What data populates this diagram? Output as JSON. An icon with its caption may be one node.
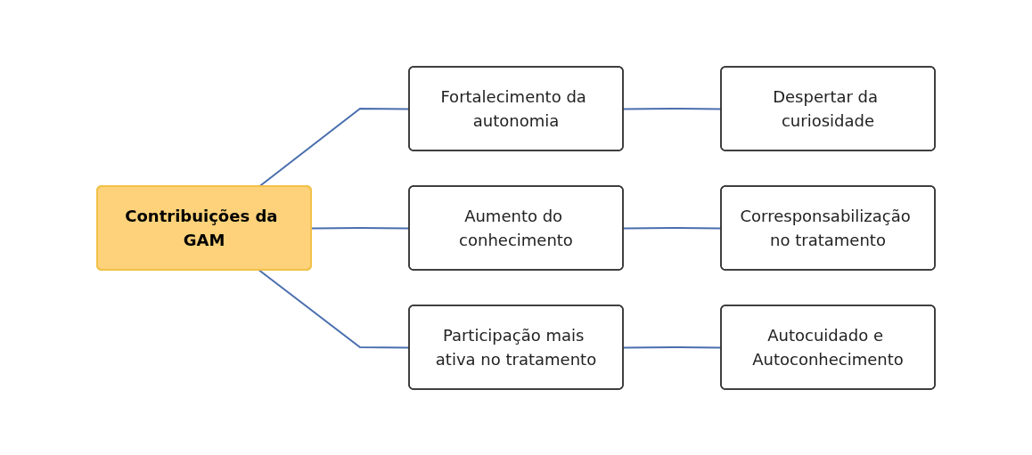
{
  "diagram": {
    "nodes": [
      {
        "text": [
          "Contribuições da GAM"
        ]
      },
      {
        "text": [
          "Fortalecimento da autonomia"
        ]
      },
      {
        "text": [
          "Despertar da curiosidade"
        ]
      },
      {
        "text": [
          "Aumento do conhecimento"
        ]
      },
      {
        "text": [
          "Corresponsabilização no tratamento"
        ]
      },
      {
        "text": [
          "Participação mais ativa no tratamento"
        ]
      },
      {
        "text": [
          "Autocuidado e Autoconhecimento"
        ]
      }
    ],
    "edges": [
      {
        "from": 0,
        "to": 1,
        "arrow": "none"
      },
      {
        "from": 0,
        "to": 3,
        "arrow": "none"
      },
      {
        "from": 0,
        "to": 5,
        "arrow": "none"
      },
      {
        "from": 1,
        "to": 2,
        "arrow": "none"
      },
      {
        "from": 3,
        "to": 4,
        "arrow": "none"
      },
      {
        "from": 5,
        "to": 6,
        "arrow": "none"
      }
    ]
  }
}
